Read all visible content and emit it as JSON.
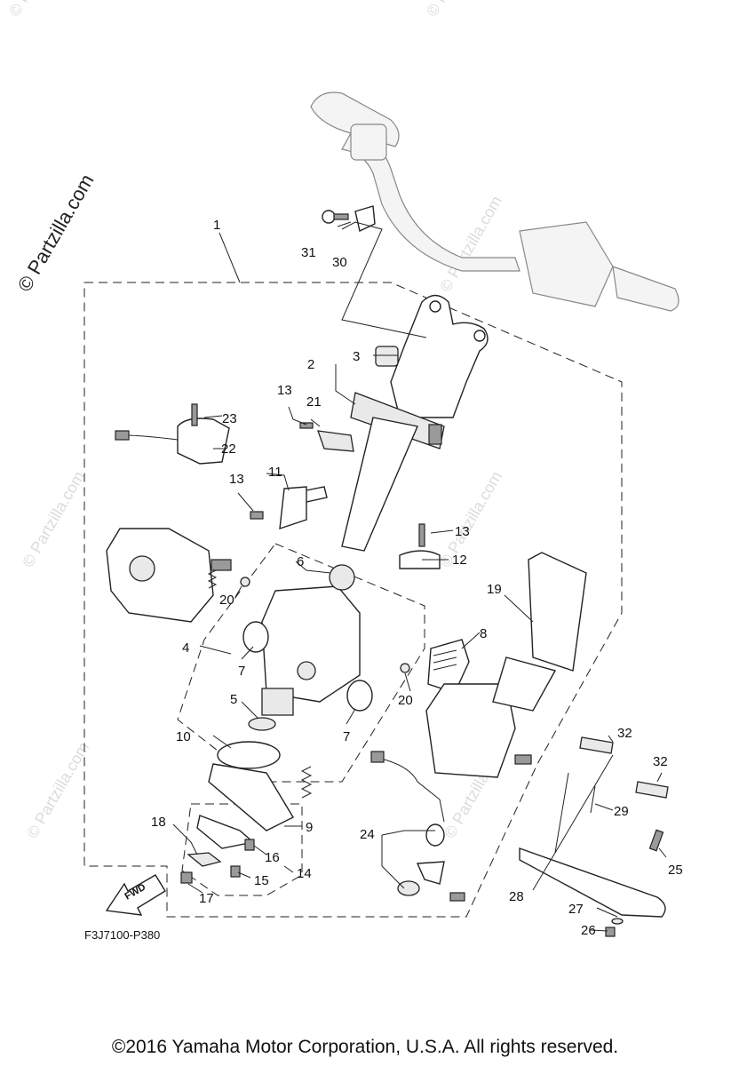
{
  "watermark": "© Partzilla.com",
  "diagram_code": "F3J7100-P380",
  "fwd_label": "FWD",
  "copyright": "©2016  Yamaha Motor Corporation, U.S.A. All rights reserved.",
  "callouts": {
    "c1": "1",
    "c2": "2",
    "c3": "3",
    "c4": "4",
    "c5": "5",
    "c6": "6",
    "c7a": "7",
    "c7b": "7",
    "c8": "8",
    "c9": "9",
    "c10": "10",
    "c11": "11",
    "c12": "12",
    "c13a": "13",
    "c13b": "13",
    "c13c": "13",
    "c14": "14",
    "c15": "15",
    "c16": "16",
    "c17": "17",
    "c18": "18",
    "c19": "19",
    "c20a": "20",
    "c20b": "20",
    "c21": "21",
    "c22": "22",
    "c23": "23",
    "c24": "24",
    "c25": "25",
    "c26": "26",
    "c27": "27",
    "c28": "28",
    "c29": "29",
    "c30": "30",
    "c31": "31",
    "c32a": "32",
    "c32b": "32"
  }
}
